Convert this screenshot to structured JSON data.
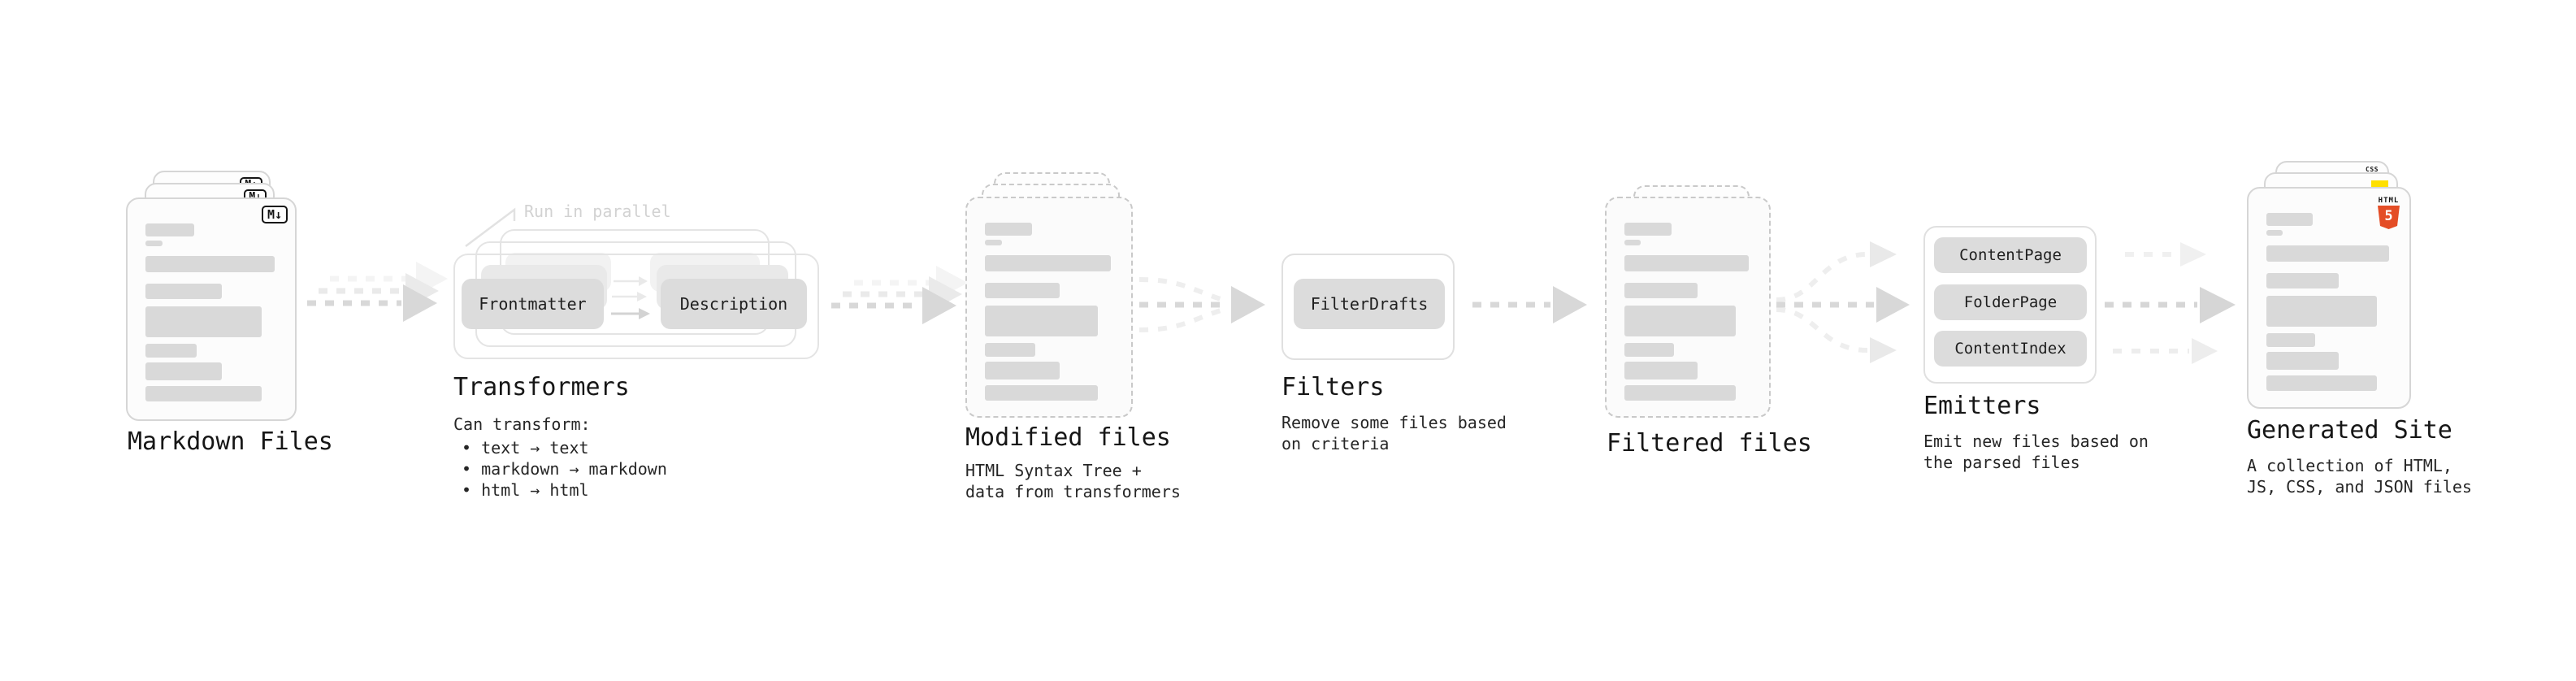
{
  "stages": {
    "markdown": {
      "title": "Markdown Files",
      "badge": "M↓"
    },
    "transformers": {
      "title": "Transformers",
      "note": "Run in parallel",
      "buttons": [
        "Frontmatter",
        "Description"
      ],
      "caption": "Can transform:",
      "bullets": [
        "• text → text",
        "• markdown → markdown",
        "• html → html"
      ]
    },
    "modified": {
      "title": "Modified files",
      "caption_lines": [
        "HTML Syntax Tree +",
        "data from transformers"
      ]
    },
    "filters": {
      "title": "Filters",
      "buttons": [
        "FilterDrafts"
      ],
      "caption_lines": [
        "Remove some files based",
        "on criteria"
      ]
    },
    "filtered": {
      "title": "Filtered files"
    },
    "emitters": {
      "title": "Emitters",
      "buttons": [
        "ContentPage",
        "FolderPage",
        "ContentIndex"
      ],
      "caption_lines": [
        "Emit new files based on",
        "the parsed files"
      ]
    },
    "generated": {
      "title": "Generated Site",
      "caption_lines": [
        "A collection of HTML,",
        "JS, CSS, and JSON files"
      ],
      "badges": {
        "css_label": "CSS",
        "html_label": "HTML",
        "html5_number": "5"
      }
    }
  },
  "colors": {
    "html5_orange": "#e44d26",
    "js_yellow": "#ffe000",
    "css_blue": "#2965f1",
    "arrow_gray": "#d8d8d8",
    "placeholder_gray": "#d9d9d9",
    "button_gray": "#dcdcdc",
    "background": "#ffffff"
  }
}
